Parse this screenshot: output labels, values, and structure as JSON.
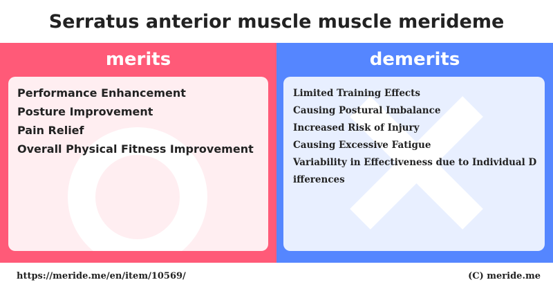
{
  "title": "Serratus anterior muscle muscle merideme",
  "merits": {
    "header": "merits",
    "icon": "circle-icon",
    "items": [
      "Performance Enhancement",
      "Posture Improvement",
      "Pain Relief",
      "Overall Physical Fitness Improvement"
    ]
  },
  "demerits": {
    "header": "demerits",
    "icon": "cross-icon",
    "items": [
      "Limited Training Effects",
      "Causing Postural Imbalance",
      "Increased Risk of Injury",
      "Causing Excessive Fatigue",
      "Variability in Effectiveness due to Individual Differences"
    ]
  },
  "footer": {
    "url": "https://meride.me/en/item/10569/",
    "copyright": "(C) meride.me"
  },
  "colors": {
    "merits_accent": "#ff5a78",
    "demerits_accent": "#5586ff",
    "merits_card": "#ffeef1",
    "demerits_card": "#e8efff"
  }
}
